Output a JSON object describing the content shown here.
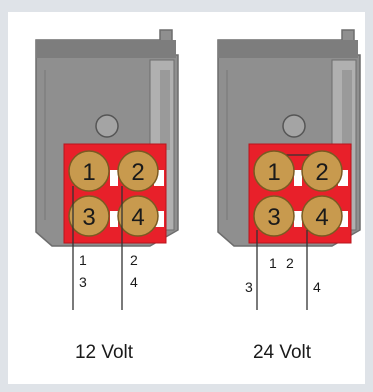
{
  "diagrams": [
    {
      "caption": "12 Volt",
      "terminals": [
        "1",
        "2",
        "3",
        "4"
      ],
      "wire_labels": [
        "1",
        "3",
        "2",
        "4"
      ]
    },
    {
      "caption": "24 Volt",
      "terminals": [
        "1",
        "2",
        "3",
        "4"
      ],
      "wire_labels": [
        "1",
        "2",
        "3",
        "4"
      ]
    }
  ],
  "colors": {
    "page": "#dfe3e8",
    "panel": "#ffffff",
    "housing": "#8f8f8f",
    "housing_dark": "#6d6d6d",
    "connector_red": "#e8202a",
    "terminal_gold": "#c89a4e",
    "wire": "#333333"
  }
}
